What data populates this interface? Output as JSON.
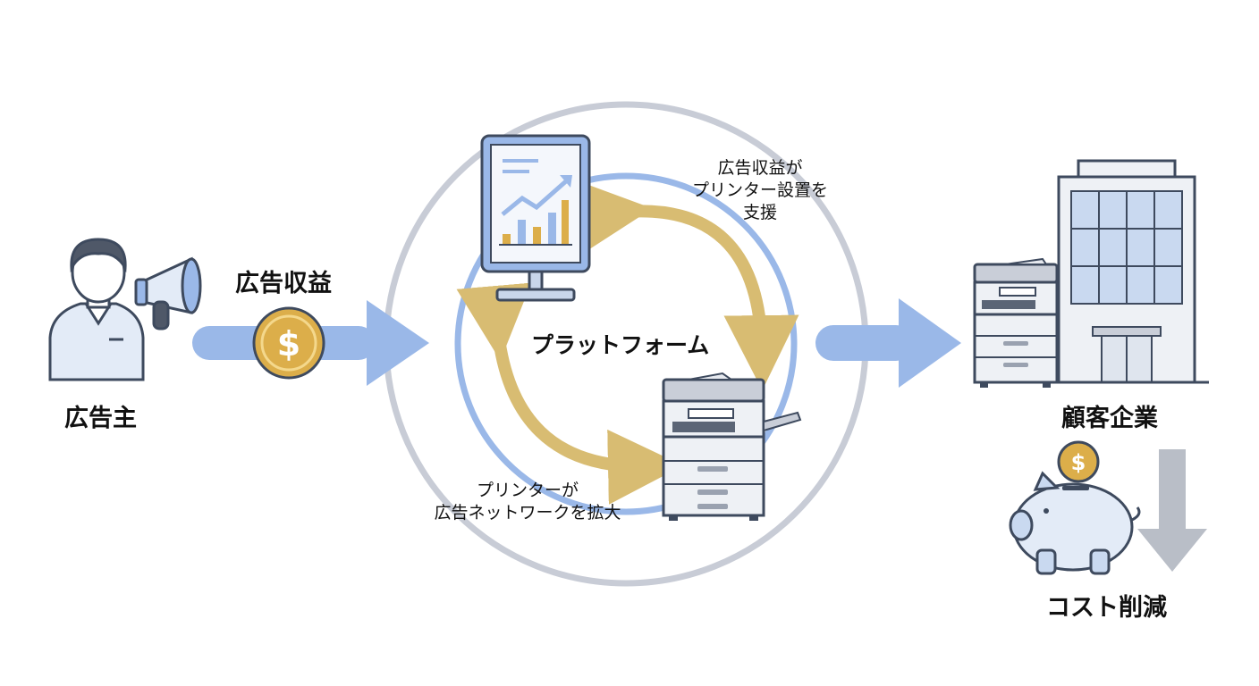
{
  "labels": {
    "advertiser": "広告主",
    "ad_revenue": "広告収益",
    "platform": "プラットフォーム",
    "customer": "顧客企業",
    "cost_reduction": "コスト削減",
    "support_line1": "広告収益が",
    "support_line2": "プリンター設置を",
    "support_line3": "支援",
    "expand_line1": "プリンターが",
    "expand_line2": "広告ネットワークを拡大"
  },
  "icons": {
    "coin_symbol": "$",
    "piggy_coin_symbol": "$"
  },
  "colors": {
    "flow_blue": "#9ab8e8",
    "cycle_gold": "#d8bc72",
    "outer_ring": "#c8ccd6",
    "inner_ring": "#9ab8e8",
    "coin_gold": "#dcae4a",
    "outline": "#3e4a5e",
    "down_arrow": "#b9bec7"
  }
}
